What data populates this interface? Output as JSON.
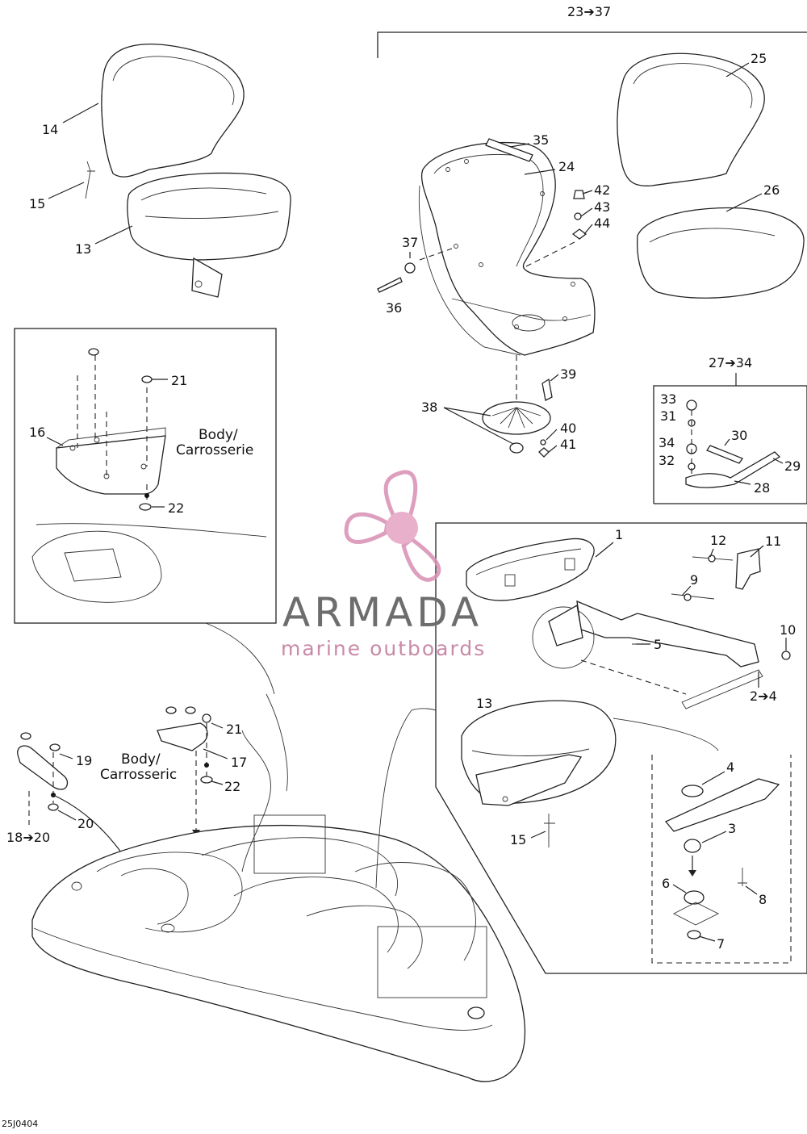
{
  "diagram": {
    "ref_code": "25J0404",
    "body_label_en": "Body/",
    "body_label_fr_1": "Carrosserie",
    "body_label_fr_2": "Carrosseric",
    "group_labels": {
      "seat_frame_group": "23➔37",
      "latch_group": "27➔34",
      "bracket_group": "2➔4",
      "handle_group": "18➔20"
    },
    "callouts": {
      "c1": "1",
      "c3": "3",
      "c4": "4",
      "c5": "5",
      "c6": "6",
      "c7": "7",
      "c8": "8",
      "c9": "9",
      "c10": "10",
      "c11": "11",
      "c12": "12",
      "c13a": "13",
      "c13b": "13",
      "c14": "14",
      "c15a": "15",
      "c15b": "15",
      "c16": "16",
      "c17": "17",
      "c19": "19",
      "c20": "20",
      "c21a": "21",
      "c21b": "21",
      "c22a": "22",
      "c22b": "22",
      "c24": "24",
      "c25": "25",
      "c26": "26",
      "c28": "28",
      "c29": "29",
      "c30": "30",
      "c31": "31",
      "c32": "32",
      "c33": "33",
      "c34": "34",
      "c35": "35",
      "c36": "36",
      "c37": "37",
      "c38": "38",
      "c39": "39",
      "c40": "40",
      "c41": "41",
      "c42": "42",
      "c43": "43",
      "c44": "44"
    }
  },
  "watermark": {
    "brand": "ARMADA",
    "tagline": "marine outboards",
    "logo_icon": "propeller-icon",
    "colors": {
      "brand_text": "#6d6d6d",
      "accent_pink": "#d98fb3"
    }
  }
}
